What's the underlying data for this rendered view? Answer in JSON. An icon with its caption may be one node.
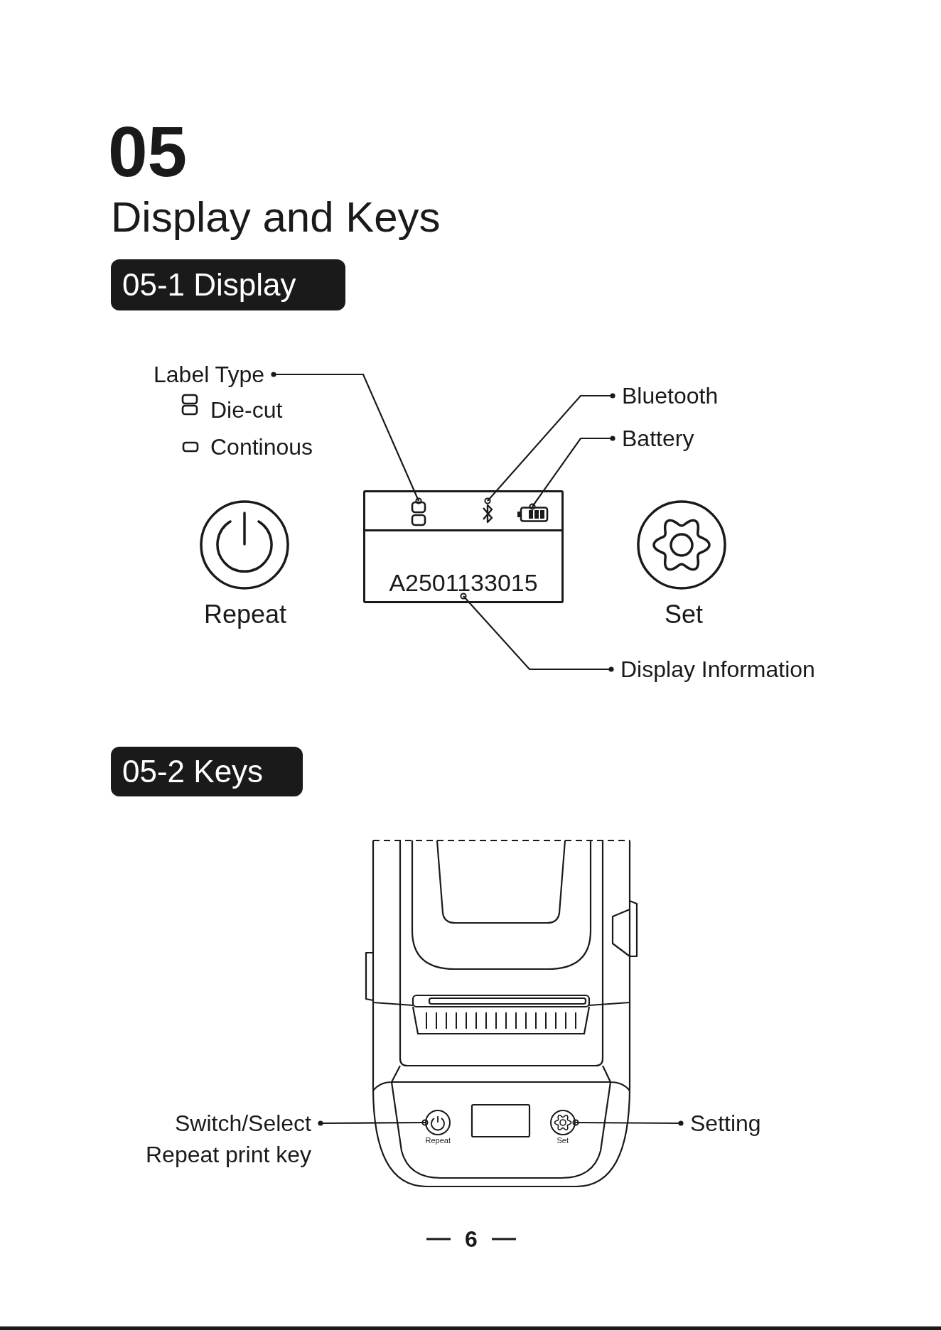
{
  "diagram": {
    "title": "Display and Keys",
    "nodes": [
      {
        "text": [
          "05-1 Display"
        ]
      },
      {
        "text": [
          "Label Type"
        ]
      },
      {
        "text": [
          "Bluetooth"
        ]
      },
      {
        "text": [
          "Battery"
        ]
      },
      {
        "text": [],
        "shape": "box"
      },
      {
        "text": [],
        "shape": "picture",
        "in": 4
      },
      {
        "text": [],
        "shape": "picture",
        "in": 4
      },
      {
        "text": [],
        "shape": "picture",
        "in": 4
      },
      {
        "text": [
          "A2501133015"
        ],
        "in": 4
      },
      {
        "text": [
          "Display Information"
        ]
      },
      {
        "text": [
          "05-2 Keys"
        ]
      },
      {
        "text": [
          "Switch/Select Repeat print key"
        ]
      },
      {
        "text": [],
        "shape": "circle",
        "beside": [
          "Repeat"
        ]
      },
      {
        "text": [],
        "shape": "circle",
        "beside": [
          "Set"
        ]
      },
      {
        "text": [
          "Setting"
        ]
      }
    ],
    "edges": [
      {
        "from": 1,
        "to": 5,
        "arrow": "other"
      },
      {
        "from": 2,
        "to": 6,
        "arrow": "other"
      },
      {
        "from": 3,
        "to": 7,
        "arrow": "other"
      },
      {
        "from": 9,
        "to": 8,
        "arrow": "other"
      },
      {
        "from": 11,
        "to": 12,
        "arrow": "other"
      },
      {
        "from": 14,
        "to": 13,
        "arrow": "other"
      }
    ],
    "labels": [
      "05",
      "Die-cut",
      "Continous",
      "Repeat",
      "Set",
      "6"
    ]
  }
}
